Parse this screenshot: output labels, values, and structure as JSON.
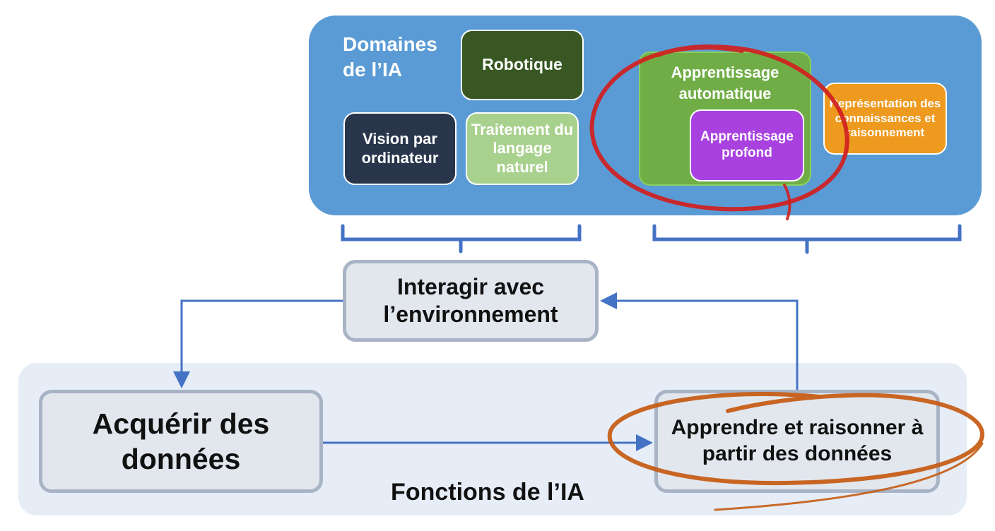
{
  "domains": {
    "title_line1": "Domaines",
    "title_line2": "de l’IA",
    "robotique": "Robotique",
    "vision": "Vision par ordinateur",
    "tal": "Traitement du langage naturel",
    "ml": "Apprentissage automatique",
    "dl": "Apprentissage profond",
    "kr": "Représentation des connaissances et raisonnement"
  },
  "functions": {
    "interact": "Interagir avec l’environnement",
    "acquire": "Acquérir des données",
    "learn": "Apprendre et raisonner à partir des données",
    "label": "Fonctions de l’IA"
  },
  "colors": {
    "domains_panel": "#5b9bd5",
    "robotique": "#385723",
    "vision": "#28354a",
    "tal": "#a9d18e",
    "ml": "#70ad47",
    "dl": "#a841e0",
    "kr": "#ed9a1f",
    "arrow": "#4472c4",
    "highlight_red": "#d0201e",
    "highlight_orange": "#c55a11"
  }
}
